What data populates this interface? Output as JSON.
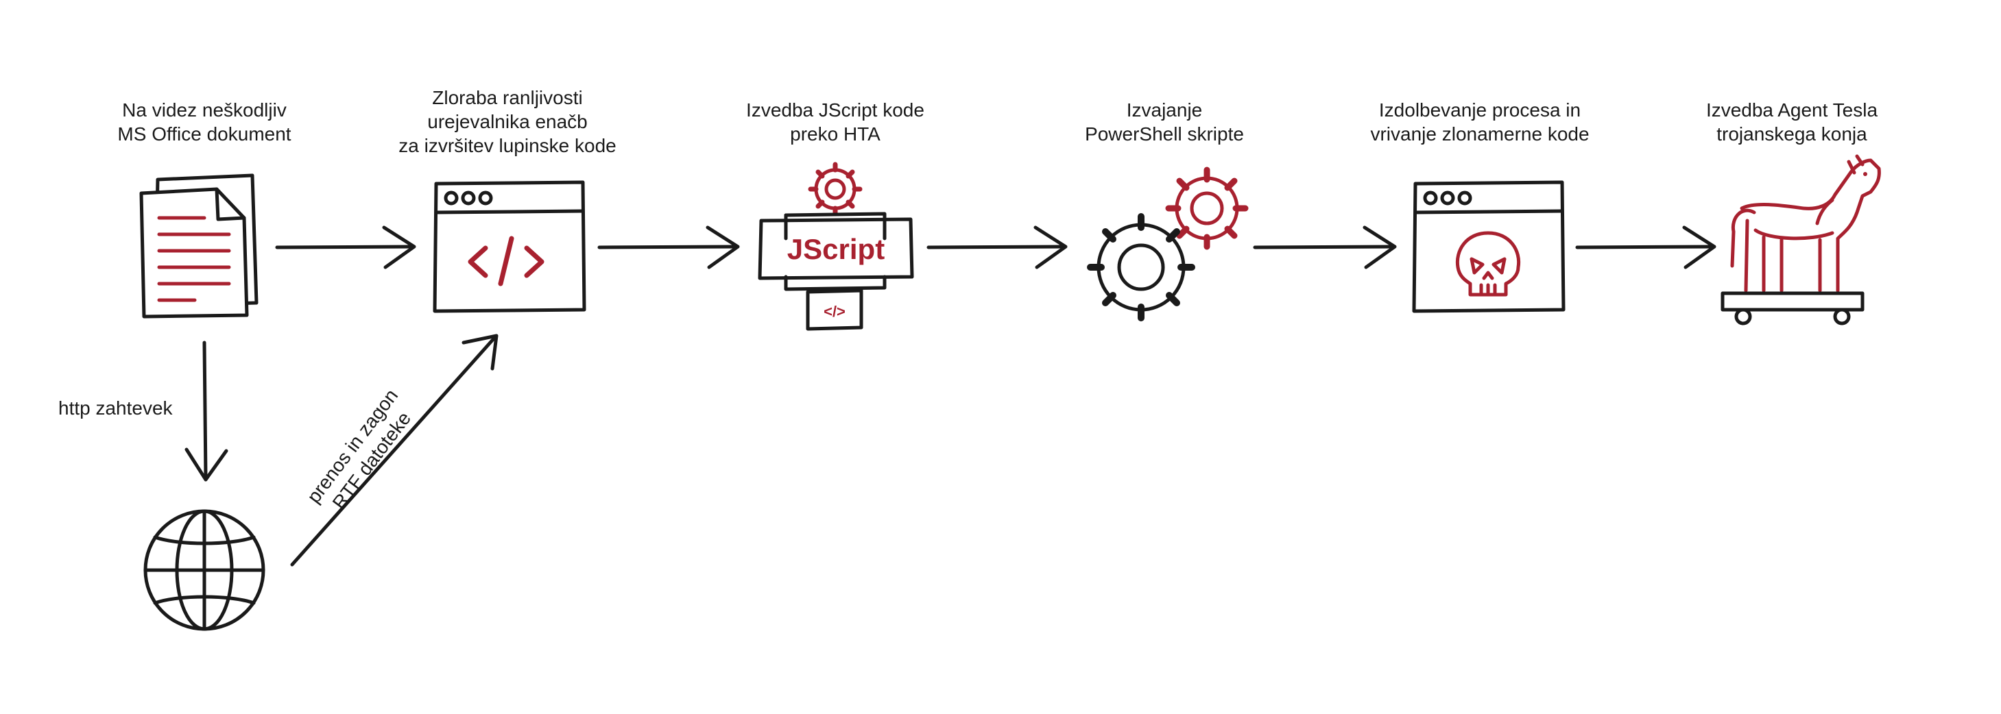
{
  "steps": [
    {
      "id": "office",
      "lines": [
        "Na videz neškodljiv",
        "MS Office dokument"
      ]
    },
    {
      "id": "equation",
      "lines": [
        "Zloraba ranljivosti",
        "urejevalnika enačb",
        "za izvršitev lupinske kode"
      ]
    },
    {
      "id": "jscript",
      "lines": [
        "Izvedba JScript kode",
        "preko HTA"
      ]
    },
    {
      "id": "powershell",
      "lines": [
        "Izvajanje",
        "PowerShell skripte"
      ]
    },
    {
      "id": "hollowing",
      "lines": [
        "Izdolbevanje procesa in",
        "vrivanje zlonamerne kode"
      ]
    },
    {
      "id": "trojan",
      "lines": [
        "Izvedba Agent Tesla",
        "trojanskega konja"
      ]
    }
  ],
  "edges": {
    "http_request": "http zahtevek",
    "rtf_line1": "prenos in zagon",
    "rtf_line2": "RTF datoteke"
  },
  "jscript_badge": "JScript",
  "code_symbol": "</>",
  "colors": {
    "ink": "#1a1a1a",
    "accent": "#a8212f"
  }
}
